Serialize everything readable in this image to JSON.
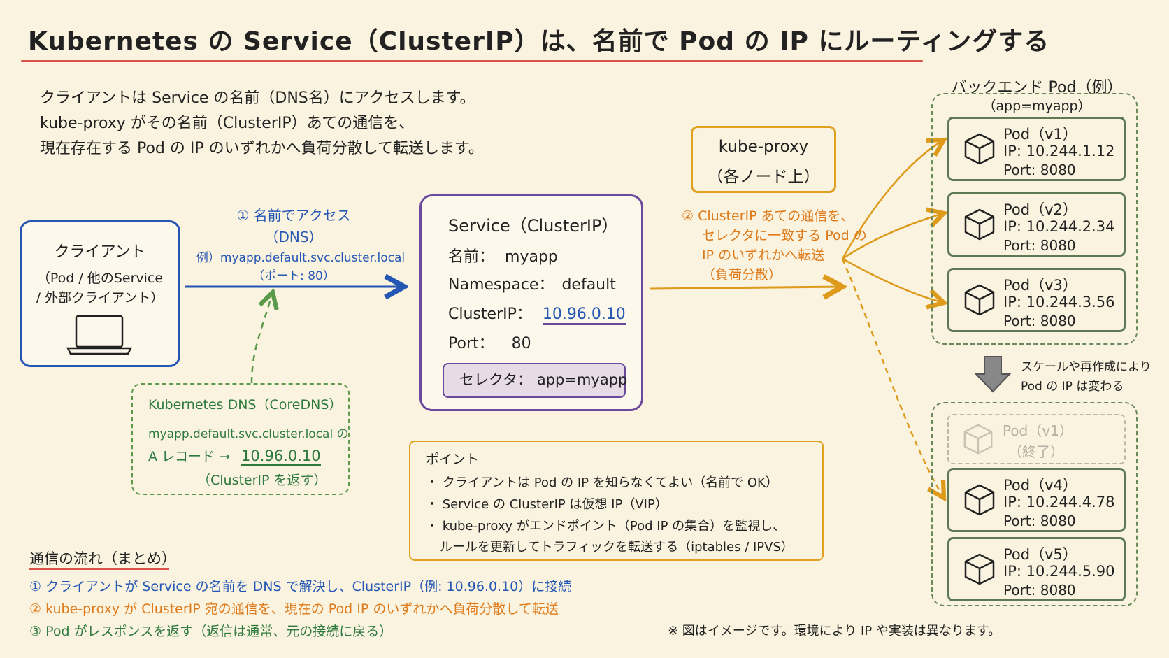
{
  "title": "Kubernetes の Service（ClusterIP）は、名前で Pod の IP にルーティングする",
  "intro": [
    "クライアントは Service の名前（DNS名）にアクセスします。",
    "kube-proxy がその名前（ClusterIP）あての通信を、",
    "現在存在する Pod の IP のいずれかへ負荷分散して転送します。"
  ],
  "client": {
    "title": "クライアント",
    "line1": "（Pod / 他のService",
    "line2": "/ 外部クライアント）",
    "icon": "laptop-icon"
  },
  "step1": {
    "title": "① 名前でアクセス",
    "sub": "（DNS）",
    "example": "例）myapp.default.svc.cluster.local",
    "port": "（ポート: 80）"
  },
  "dns": {
    "title": "Kubernetes DNS（CoreDNS）",
    "line1": "myapp.default.svc.cluster.local の",
    "record_prefix": "A レコード →",
    "record_value": "10.96.0.10",
    "line3": "（ClusterIP を返す）"
  },
  "service": {
    "title": "Service（ClusterIP）",
    "name_label": "名前：",
    "name_value": "myapp",
    "ns_label": "Namespace：",
    "ns_value": "default",
    "cip_label": "ClusterIP：",
    "cip_value": "10.96.0.10",
    "port_label": "Port：",
    "port_value": "80",
    "selector": "セレクタ： app=myapp"
  },
  "kubeproxy": {
    "line1": "kube-proxy",
    "line2": "（各ノード上）"
  },
  "step2": [
    "② ClusterIP あての通信を、",
    "セレクタに一致する Pod の",
    "IP のいずれかへ転送",
    "（負荷分散）"
  ],
  "backend": {
    "title": "バックエンド Pod（例）",
    "subtitle": "（app=myapp）"
  },
  "pods_top": [
    {
      "name": "Pod（v1）",
      "ip": "IP: 10.244.1.12",
      "port": "Port: 8080"
    },
    {
      "name": "Pod（v2）",
      "ip": "IP: 10.244.2.34",
      "port": "Port: 8080"
    },
    {
      "name": "Pod（v3）",
      "ip": "IP: 10.244.3.56",
      "port": "Port: 8080"
    }
  ],
  "scale_note": [
    "スケールや再作成により",
    "Pod の IP は変わる"
  ],
  "terminated_pod": {
    "name": "Pod（v1）",
    "status": "（終了）"
  },
  "pods_bottom": [
    {
      "name": "Pod（v4）",
      "ip": "IP: 10.244.4.78",
      "port": "Port: 8080"
    },
    {
      "name": "Pod（v5）",
      "ip": "IP: 10.244.5.90",
      "port": "Port: 8080"
    }
  ],
  "points": {
    "title": "ポイント",
    "items": [
      "・ クライアントは Pod の IP を知らなくてよい（名前で OK）",
      "・ Service の ClusterIP は仮想 IP（VIP）",
      "・ kube-proxy がエンドポイント（Pod IP の集合）を監視し、",
      "ルールを更新してトラフィックを転送する（iptables / IPVS）"
    ]
  },
  "flow": {
    "title": "通信の流れ（まとめ）",
    "items": [
      "① クライアントが Service の名前を DNS で解決し、ClusterIP（例: 10.96.0.10）に接続",
      "② kube-proxy が ClusterIP 宛の通信を、現在の Pod IP のいずれかへ負荷分散して転送",
      "③ Pod がレスポンスを返す（返信は通常、元の接続に戻る）"
    ]
  },
  "footnote": "※ 図はイメージです。環境により IP や実装は異なります。",
  "colors": {
    "blue": "#2456b4",
    "orange": "#de7a1a",
    "green": "#2e7a3e",
    "purple": "#6a4a9c",
    "pod_border": "#5e7a54",
    "title_rule": "#d9534a"
  }
}
